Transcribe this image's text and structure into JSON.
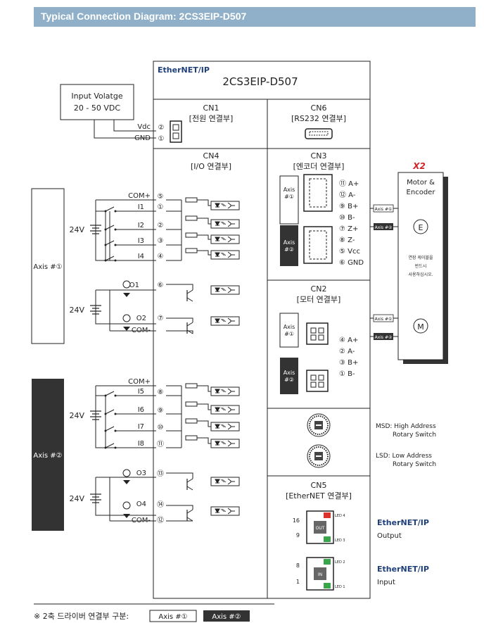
{
  "header_title": "Typical Connection Diagram: 2CS3EIP-D507",
  "brand_label": "EtherNET/IP",
  "model": "2CS3EIP-D507",
  "power": {
    "line1": "Input Volatge",
    "line2": "20 - 50 VDC",
    "vdc": "Vdc",
    "gnd": "GND",
    "vdc_pin": "②",
    "gnd_pin": "①"
  },
  "cn1": {
    "name": "CN1",
    "desc": "[전원 연결부]"
  },
  "cn6": {
    "name": "CN6",
    "desc": "[RS232 연결부]"
  },
  "cn4": {
    "name": "CN4",
    "desc": "[I/O 연결부]"
  },
  "cn3": {
    "name": "CN3",
    "desc": "[엔코더 연결부]",
    "pins": [
      "⑪ A+",
      "⑫ A-",
      "⑨ B+",
      "⑩ B-",
      "⑦ Z+",
      "⑧ Z-",
      "⑤ Vcc",
      "⑥ GND"
    ]
  },
  "cn2": {
    "name": "CN2",
    "desc": "[모터 연결부]",
    "pins": [
      "④ A+",
      "② A-",
      "③ B+",
      "① B-"
    ]
  },
  "cn5": {
    "name": "CN5",
    "desc": "[EtherNET 연결부]",
    "out_num_top": "16",
    "out_num_bot": "9",
    "in_num_top": "8",
    "in_num_bot": "1",
    "led4": "LED 4",
    "led3": "LED 3",
    "led2": "LED 2",
    "led1": "LED 1",
    "port_out": "OUT",
    "port_in": "IN"
  },
  "axis1": "Axis #①",
  "axis2": "Axis #②",
  "axis1_small": [
    "Axis",
    "#①"
  ],
  "axis2_small": [
    "Axis",
    "#②"
  ],
  "v24": "24V",
  "io_group1": {
    "com_plus": "COM+",
    "com_pin": "⑤",
    "inputs": [
      {
        "label": "I1",
        "pin": "①"
      },
      {
        "label": "I2",
        "pin": "②"
      },
      {
        "label": "I3",
        "pin": "③"
      },
      {
        "label": "I4",
        "pin": "④"
      }
    ],
    "outputs": [
      {
        "label": "O1",
        "pin": "⑥"
      },
      {
        "label": "O2",
        "pin": "⑦"
      }
    ],
    "com_minus": "COM-"
  },
  "io_group2": {
    "com_plus": "COM+",
    "inputs": [
      {
        "label": "I5",
        "pin": "⑧"
      },
      {
        "label": "I6",
        "pin": "⑨"
      },
      {
        "label": "I7",
        "pin": "⑩"
      },
      {
        "label": "I8",
        "pin": "⑪"
      }
    ],
    "outputs": [
      {
        "label": "O3",
        "pin": "⑬"
      },
      {
        "label": "O4",
        "pin": "⑭"
      }
    ],
    "com_minus": "COM-",
    "com_minus_pin": "⑫"
  },
  "motor": {
    "x2": "X2",
    "title1": "Motor &",
    "title2": "Encoder",
    "e": "E",
    "m": "M",
    "note": [
      "연장 케이블을",
      "반드시",
      "사용하십시오."
    ]
  },
  "msd": {
    "line1": "MSD: High Address",
    "line2": "Rotary Switch"
  },
  "lsd": {
    "line1": "LSD:  Low Address",
    "line2": "Rotary Switch"
  },
  "eth_out": {
    "brand": "EtherNET/IP",
    "label": "Output"
  },
  "eth_in": {
    "brand": "EtherNET/IP",
    "label": "Input"
  },
  "legend": {
    "text": "※ 2축 드라이버 연결부 구분:",
    "axis1": "Axis #①",
    "axis2": "Axis #②"
  },
  "colors": {
    "header_bg": "#8fb0c8",
    "axis2_fill": "#333333",
    "led_red": "#d9332b",
    "led_green": "#3aa54a",
    "brand_blue": "#1f3f7a",
    "x2_red": "#d0242b"
  }
}
